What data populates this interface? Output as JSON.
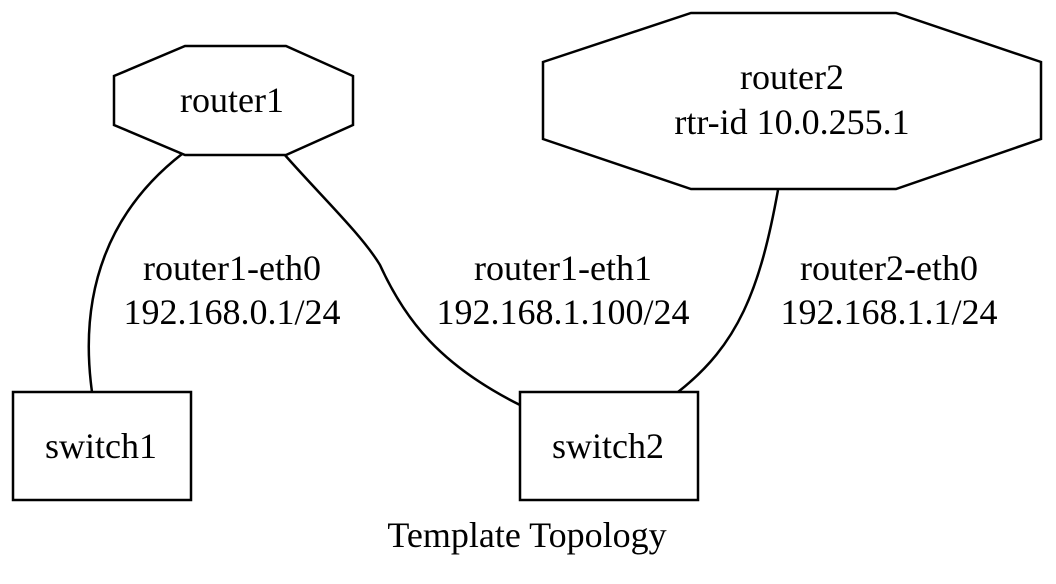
{
  "nodes": {
    "router1": {
      "label": "router1"
    },
    "router2": {
      "label_line1": "router2",
      "label_line2": "rtr-id 10.0.255.1"
    },
    "switch1": {
      "label": "switch1"
    },
    "switch2": {
      "label": "switch2"
    }
  },
  "edges": {
    "router1_switch1": {
      "label_line1": "router1-eth0",
      "label_line2": "192.168.0.1/24"
    },
    "router1_switch2": {
      "label_line1": "router1-eth1",
      "label_line2": "192.168.1.100/24"
    },
    "router2_switch2": {
      "label_line1": "router2-eth0",
      "label_line2": "192.168.1.1/24"
    }
  },
  "caption": "Template Topology"
}
